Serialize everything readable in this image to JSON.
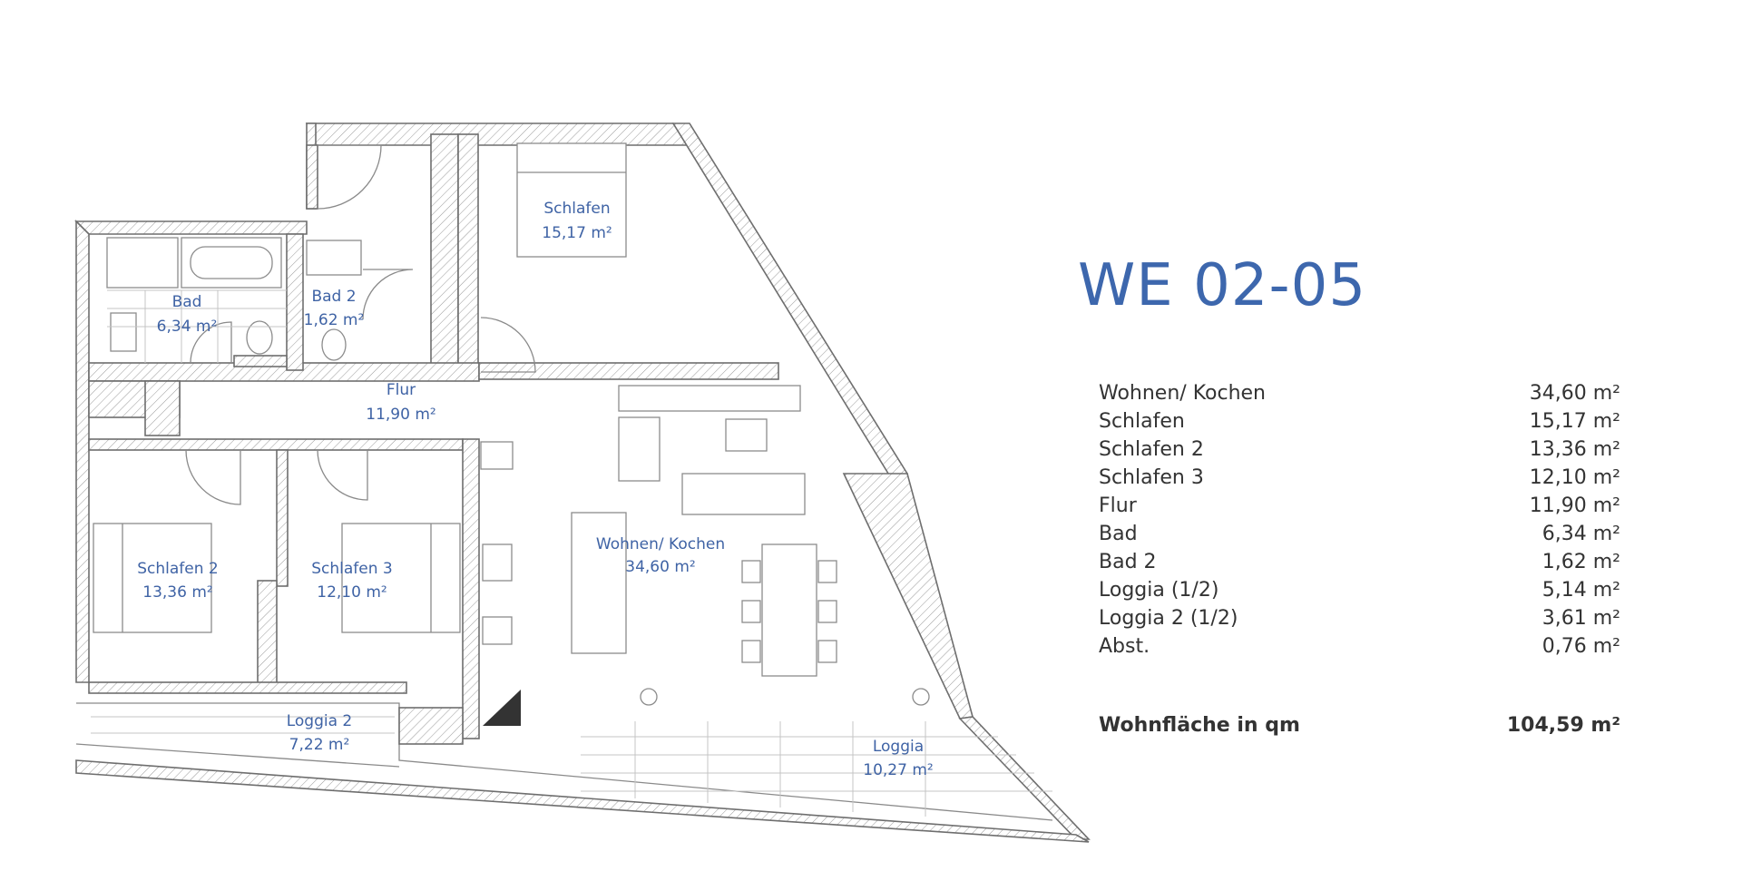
{
  "unit_title": "WE 02-05",
  "rooms": {
    "schlafen": {
      "name": "Schlafen",
      "area": "15,17 m²"
    },
    "bad": {
      "name": "Bad",
      "area": "6,34 m²"
    },
    "bad2": {
      "name": "Bad 2",
      "area": "1,62 m²"
    },
    "flur": {
      "name": "Flur",
      "area": "11,90 m²"
    },
    "schlafen2": {
      "name": "Schlafen 2",
      "area": "13,36 m²"
    },
    "schlafen3": {
      "name": "Schlafen 3",
      "area": "12,10 m²"
    },
    "wohnen": {
      "name": "Wohnen/ Kochen",
      "area": "34,60 m²"
    },
    "loggia2": {
      "name": "Loggia 2",
      "area": "7,22 m²"
    },
    "loggia": {
      "name": "Loggia",
      "area": "10,27 m²"
    }
  },
  "area_table": [
    {
      "label": "Wohnen/ Kochen",
      "value": "34,60 m²"
    },
    {
      "label": "Schlafen",
      "value": "15,17 m²"
    },
    {
      "label": "Schlafen 2",
      "value": "13,36 m²"
    },
    {
      "label": "Schlafen 3",
      "value": "12,10 m²"
    },
    {
      "label": "Flur",
      "value": "11,90 m²"
    },
    {
      "label": "Bad",
      "value": "6,34 m²"
    },
    {
      "label": "Bad 2",
      "value": "1,62 m²"
    },
    {
      "label": "Loggia (1/2)",
      "value": "5,14 m²"
    },
    {
      "label": "Loggia 2 (1/2)",
      "value": "3,61 m²"
    },
    {
      "label": "Abst.",
      "value": "0,76 m²"
    }
  ],
  "total": {
    "label": "Wohnfläche in qm",
    "value": "104,59 m²"
  }
}
